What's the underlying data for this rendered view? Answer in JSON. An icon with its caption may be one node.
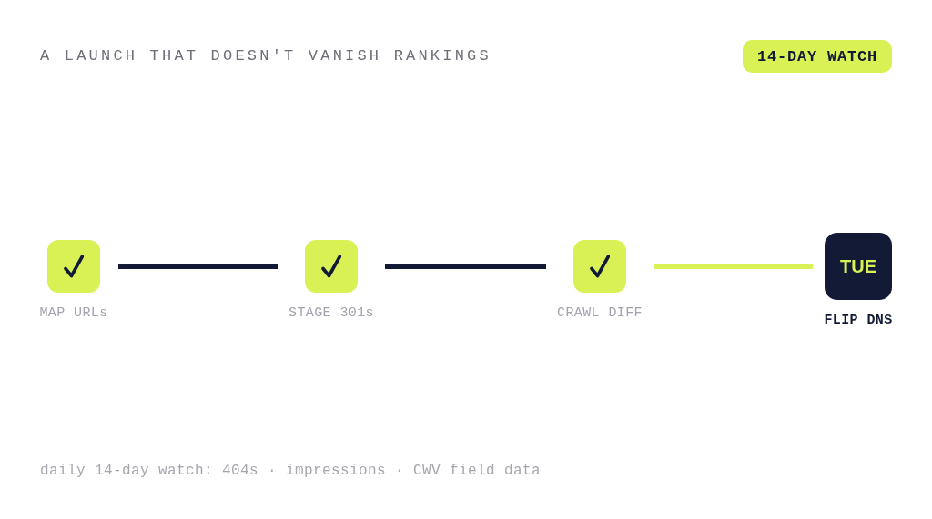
{
  "diagram": {
    "title": "A LAUNCH THAT DOESN'T VANISH RANKINGS",
    "nodes": [
      {
        "text": [
          "14-DAY WATCH"
        ]
      },
      {
        "text": [],
        "shape": "box",
        "beside": [
          "MAP URLs"
        ]
      },
      {
        "text": [],
        "shape": "box",
        "beside": [
          "STAGE 301s"
        ]
      },
      {
        "text": [],
        "shape": "box",
        "beside": [
          "CRAWL DIFF"
        ]
      },
      {
        "text": [
          "TUE"
        ],
        "beside": [
          "FLIP DNS"
        ]
      }
    ],
    "edges": [
      {
        "from": 1,
        "to": 2,
        "arrow": "none"
      },
      {
        "from": 2,
        "to": 3,
        "arrow": "none"
      },
      {
        "from": 3,
        "to": 4,
        "arrow": "none",
        "color": "#d9f154"
      }
    ],
    "labels": [
      "daily 14-day watch: 404s · impressions · CWV field data"
    ]
  }
}
